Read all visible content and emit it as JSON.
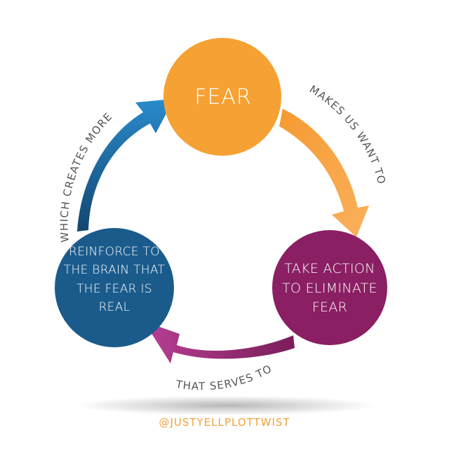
{
  "nodes": {
    "fear": "FEAR",
    "take_action": "TAKE ACTION\nTO ELIMINATE\nFEAR",
    "reinforce": "REINFORCE TO\nTHE BRAIN THAT\nTHE FEAR IS\nREAL"
  },
  "connectors": {
    "fear_to_action": "MAKES US WANT TO",
    "action_to_reinforce": "THAT SERVES TO",
    "reinforce_to_fear": "WHICH CREATES MORE"
  },
  "footer": {
    "handle": "@JUSTYELLPLOTTWIST"
  },
  "colors": {
    "fear": "#f6a133",
    "take_action": "#8a1f63",
    "reinforce": "#1a5b8c",
    "arrow_orange": "#f7a745",
    "arrow_purple": "#a4327f",
    "arrow_blue": "#1f78b6",
    "caption_text": "#555555",
    "handle_text": "#f4a13a"
  }
}
